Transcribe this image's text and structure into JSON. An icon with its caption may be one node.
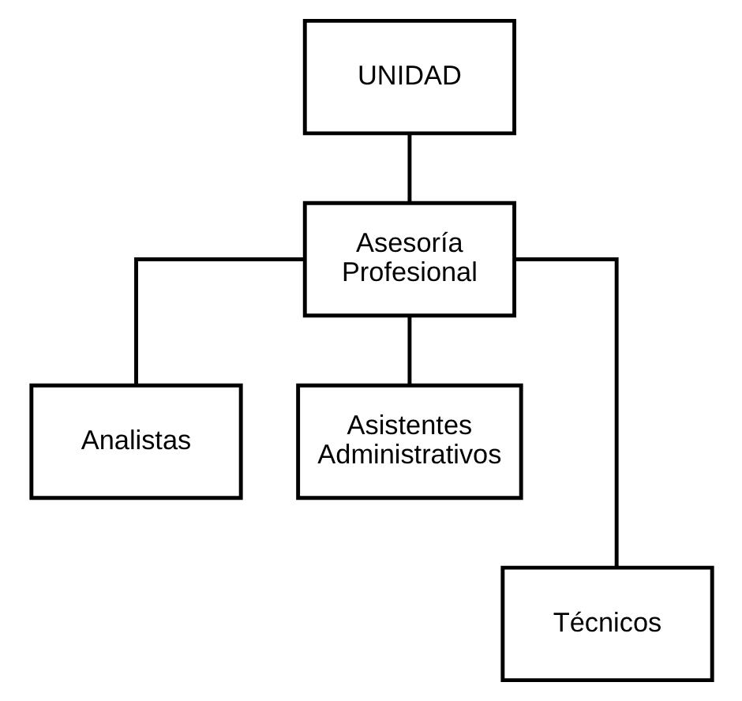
{
  "diagram": {
    "nodes": [
      {
        "text": [
          "UNIDAD"
        ]
      },
      {
        "text": [
          "Asesoría Profesional"
        ]
      },
      {
        "text": [
          "Analistas"
        ]
      },
      {
        "text": [
          "Asistentes Administrativos"
        ]
      },
      {
        "text": [
          "Técnicos"
        ]
      }
    ],
    "edges": [
      {
        "from": 0,
        "to": 1,
        "arrow": "none"
      },
      {
        "from": 1,
        "to": 2,
        "arrow": "none"
      },
      {
        "from": 1,
        "to": 3,
        "arrow": "none"
      },
      {
        "from": 1,
        "to": 4,
        "arrow": "none"
      }
    ]
  }
}
